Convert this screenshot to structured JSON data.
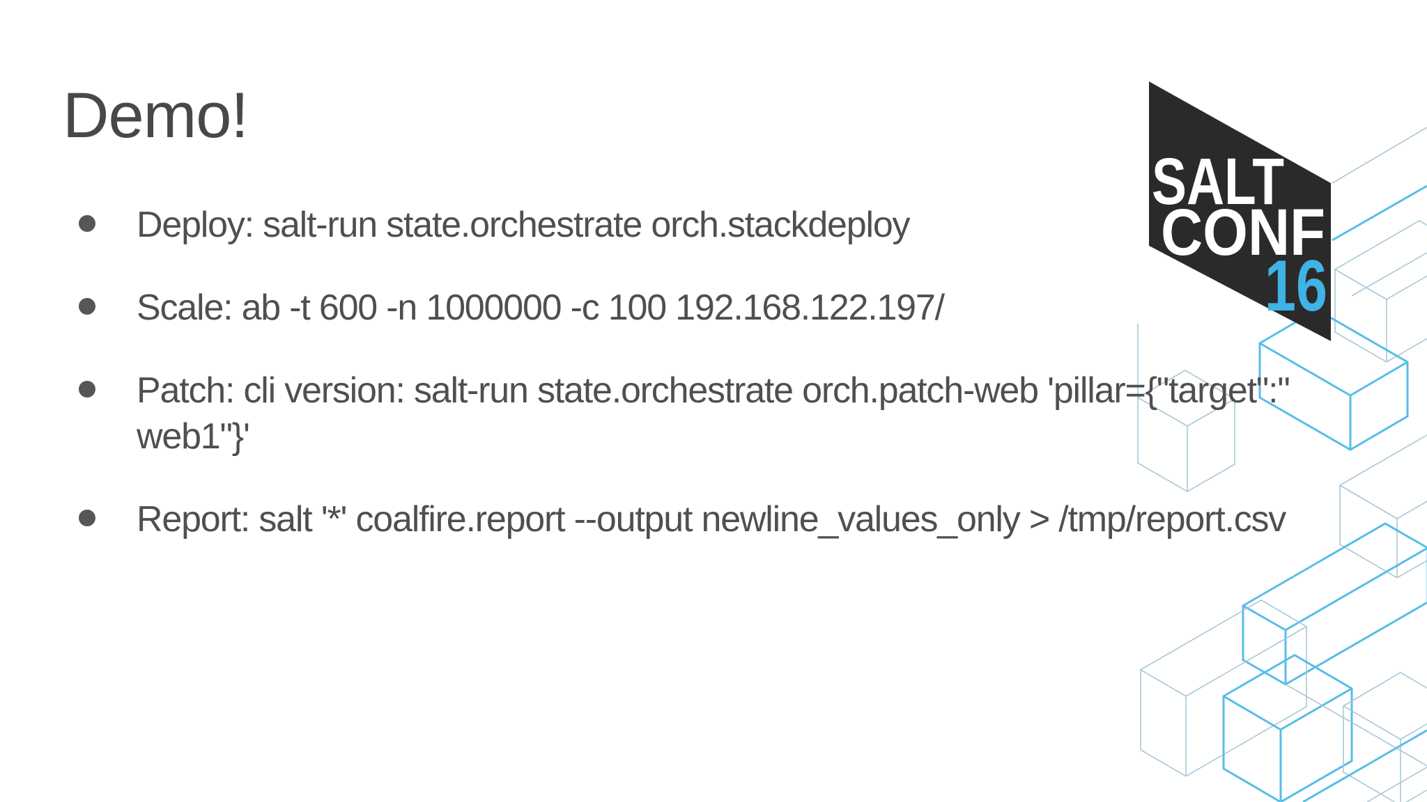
{
  "slide": {
    "title": "Demo!",
    "bullets": [
      {
        "lines": [
          "Deploy: salt-run state.orchestrate orch.stackdeploy"
        ]
      },
      {
        "lines": [
          "Scale: ab -t 600 -n 1000000 -c 100 192.168.122.197/"
        ]
      },
      {
        "lines": [
          "Patch: cli version: salt-run state.orchestrate orch.patch-web 'pillar={\"target\":\"",
          "web1\"}'"
        ]
      },
      {
        "lines": [
          "Report: salt '*' coalfire.report --output newline_values_only > /tmp/report.csv"
        ]
      }
    ]
  },
  "logo": {
    "word_top": "SALT",
    "word_bottom": "CONF",
    "year": "16",
    "shape_color": "#2b2a2a",
    "year_color": "#3fb3e6"
  },
  "colors": {
    "background": "#ffffff",
    "title_text": "#484848",
    "body_text": "#4f4f4f",
    "accent_blue": "#58bde8",
    "pattern_light_line": "#a9c8d6"
  }
}
